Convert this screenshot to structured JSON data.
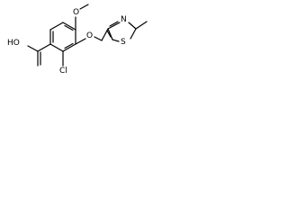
{
  "structure": {
    "atom_labels": {
      "hydroxyl": "HO",
      "methoxy_oxygen": "O",
      "ether_oxygen": "O",
      "chlorine": "Cl",
      "thiazole_nitrogen": "N",
      "thiazole_sulfur": "S"
    },
    "colors": {
      "bond": "#000000",
      "label": "#000000",
      "background": "#ffffff"
    }
  }
}
